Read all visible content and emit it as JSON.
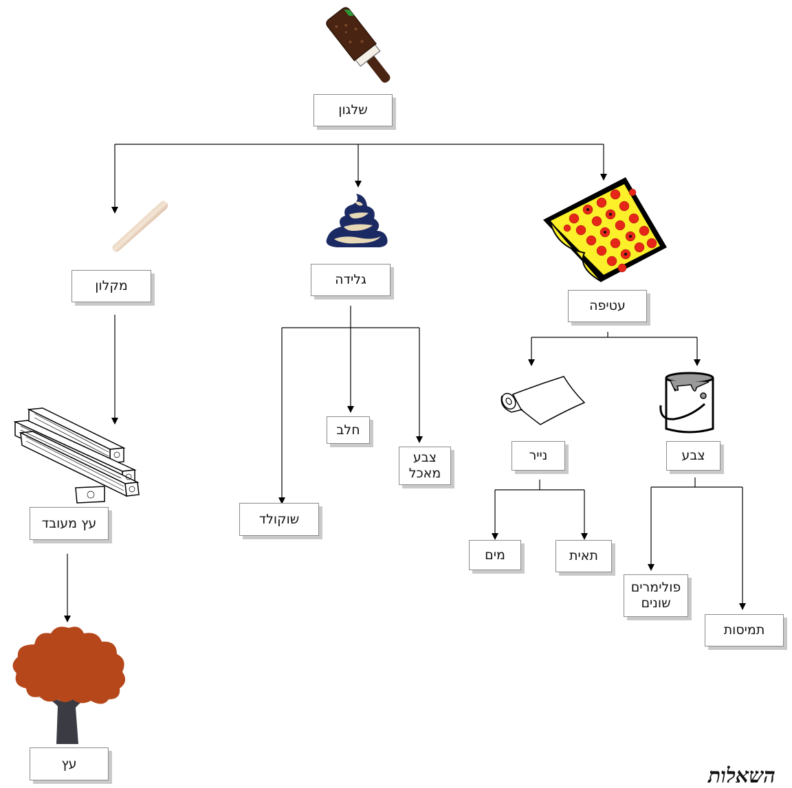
{
  "nodes": {
    "popsicle": "שלגון",
    "wrapper": "עטיפה",
    "ice_cream": "גלידה",
    "stick": "מקלון",
    "paint": "צבע",
    "paper": "נייר",
    "milk": "חלב",
    "food_coloring": "צבע מאכל",
    "chocolate": "שוקולד",
    "processed_wood": "עץ מעובד",
    "tree": "עץ",
    "water": "מים",
    "cellulose": "תאית",
    "polymers": "פולימרים שונים",
    "solvents": "תמיסות"
  },
  "footer_heading": "השאלות",
  "icons": [
    "popsicle-icon",
    "wrapping-paper-icon",
    "ice-cream-icon",
    "wooden-stick-icon",
    "paint-can-icon",
    "paper-roll-icon",
    "lumber-icon",
    "tree-icon"
  ],
  "colors": {
    "line": "#000000",
    "box_border": "#8a8a8a",
    "box_shadow": "#c9c9c9",
    "tree_crown": "#b5471b",
    "tree_trunk": "#3b3b44",
    "ice_cream_cup": "#1b2a63",
    "chocolate": "#4a2412"
  }
}
